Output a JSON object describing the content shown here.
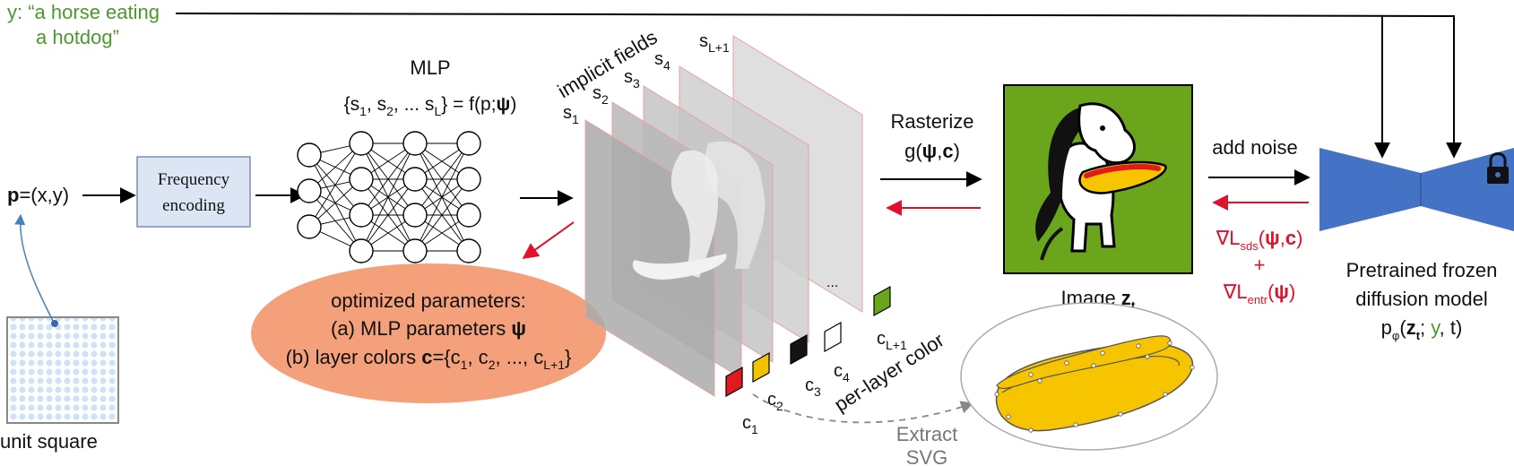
{
  "prompt": {
    "line1": "y: “a horse eating",
    "line2": "a hotdog”"
  },
  "input": {
    "p_bold": "p",
    "p_rest": "=(x,y)",
    "unit_square": "unit square"
  },
  "frequency": {
    "line1": "Frequency",
    "line2": "encoding"
  },
  "mlp": {
    "title": "MLP",
    "formula": {
      "open": "{s",
      "s1": "1",
      "c1": ", s",
      "s2": "2",
      "c2": ", ... s",
      "sL": "L",
      "close": "} = f(p;",
      "psi": "ψ",
      "end": ")"
    }
  },
  "params": {
    "line1": "optimized parameters:",
    "line2a": "(a) MLP parameters ",
    "line2b": "ψ",
    "line3a": "(b) layer colors ",
    "line3b": "c",
    "line3c": "={c",
    "line3d": "1",
    "line3e": ", c",
    "line3f": "2",
    "line3g": ", ..., c",
    "line3h": "L+1",
    "line3i": "}"
  },
  "fields": {
    "title": "implicit fields",
    "labels": [
      {
        "base": "s",
        "sub": "1"
      },
      {
        "base": "s",
        "sub": "2"
      },
      {
        "base": "s",
        "sub": "3"
      },
      {
        "base": "s",
        "sub": "4"
      },
      {
        "base": "s",
        "sub": "L+1"
      }
    ],
    "colors": [
      {
        "base": "c",
        "sub": "1",
        "fill": "#e01b1b"
      },
      {
        "base": "c",
        "sub": "2",
        "fill": "#f2c200"
      },
      {
        "base": "c",
        "sub": "3",
        "fill": "#141414"
      },
      {
        "base": "c",
        "sub": "4",
        "fill": "#ffffff"
      },
      {
        "base": "c",
        "sub": "L+1",
        "fill": "#6aa51c"
      }
    ],
    "ellipsis": "...",
    "per_layer": "per-layer color"
  },
  "rasterize": {
    "label": "Rasterize",
    "g_open": "g(",
    "psi": "ψ",
    "comma": ",",
    "c": "c",
    "close": ")"
  },
  "image": {
    "label": "Image ",
    "z": "z",
    "z_sub": "t"
  },
  "noise": {
    "label": "add noise"
  },
  "losses": {
    "nabla1": "∇L",
    "sds": "sds",
    "open1": "(",
    "psi1": "ψ",
    "comma1": ",",
    "c1": "c",
    "close1": ")",
    "plus": "+",
    "nabla2": "∇L",
    "entr": "entr",
    "open2": "(",
    "psi2": "ψ",
    "close2": ")"
  },
  "diffusion": {
    "line1": "Pretrained frozen",
    "line2": "diffusion model",
    "p": "p",
    "phi": "φ",
    "open": "(",
    "z": "z",
    "z_sub": "t",
    "semi": "; ",
    "y": "y",
    "rest": ", t)"
  },
  "extract": {
    "line1": "Extract",
    "line2": "SVG"
  },
  "colors": {
    "accent_red": "#e0112b",
    "prompt_green": "#4a9a2a",
    "encoder_blue": "#4472c4",
    "freq_box": "#dbe5f4",
    "params_oval": "#f4a07a",
    "image_bg": "#6aa51c",
    "hotdog_yellow": "#f7c400"
  }
}
